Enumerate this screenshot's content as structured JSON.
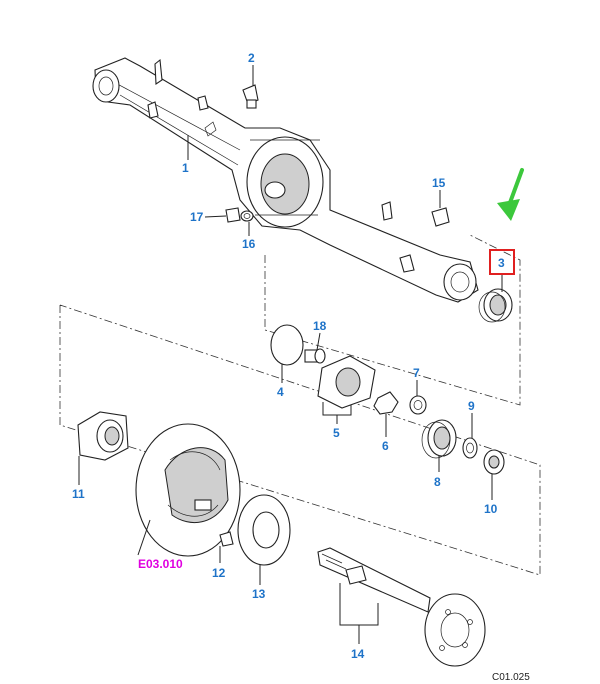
{
  "labels": {
    "p1": "1",
    "p2": "2",
    "p3": "3",
    "p4": "4",
    "p5": "5",
    "p6": "6",
    "p7": "7",
    "p8": "8",
    "p9": "9",
    "p10": "10",
    "p11": "11",
    "p12": "12",
    "p13": "13",
    "p14": "14",
    "p15": "15",
    "p16": "16",
    "p17": "17",
    "p18": "18"
  },
  "reference": "E03.010",
  "drawing_code": "C01.025",
  "colors": {
    "callout": "#1e73c8",
    "reference": "#e000e0",
    "highlight_box": "#e02020",
    "arrow": "#3cc83c"
  },
  "highlighted_part": "3"
}
